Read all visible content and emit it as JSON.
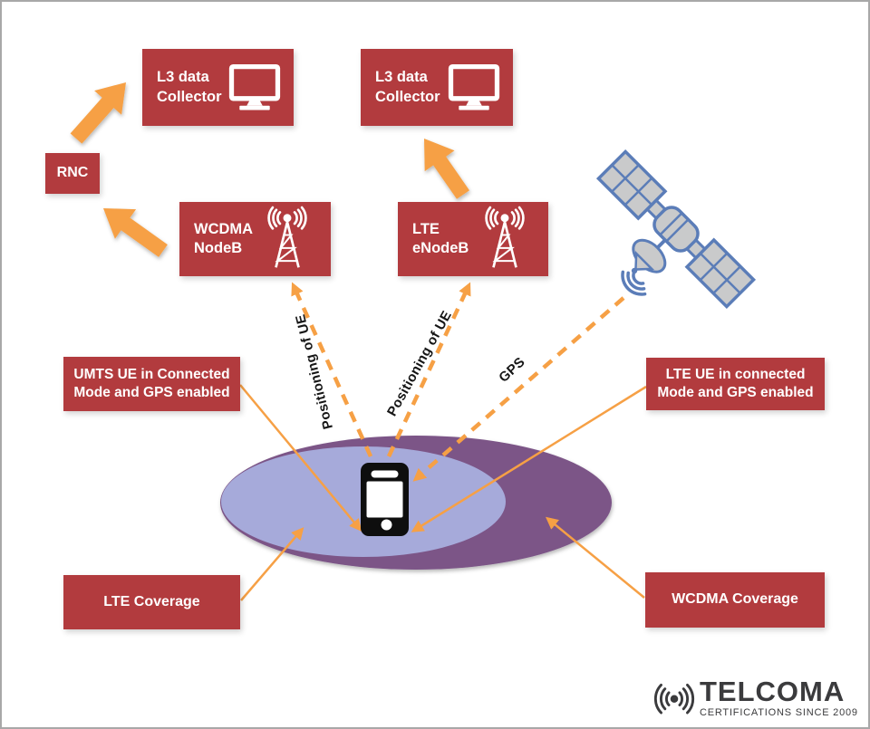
{
  "diagram": {
    "nodes": {
      "l3_collector_left": "L3 data\nCollector",
      "l3_collector_right": "L3 data\nCollector",
      "rnc": "RNC",
      "wcdma_nodeb": "WCDMA\nNodeB",
      "lte_enodeb": "LTE\neNodeB"
    },
    "callouts": {
      "umts_ue": "UMTS UE in Connected\nMode and GPS enabled",
      "lte_ue": "LTE UE in connected\nMode and GPS enabled",
      "lte_coverage": "LTE Coverage",
      "wcdma_coverage": "WCDMA Coverage"
    },
    "links": {
      "positioning_wcdma": "Positioning of UE",
      "positioning_lte": "Positioning of UE",
      "gps": "GPS"
    },
    "icons": {
      "monitor": "monitor-icon",
      "cell_tower": "cell-tower-icon",
      "satellite": "satellite-icon",
      "smartphone": "smartphone-icon",
      "radio_waves": "radio-waves-icon"
    },
    "colors": {
      "box_red": "#b23b3e",
      "arrow_orange": "#f6a045",
      "wcdma_ellipse_purple": "#7b5587",
      "lte_ellipse_periwinkle": "#a6aada",
      "satellite_blue": "#5b7db8",
      "satellite_gray": "#c9cacb",
      "label_text_dark": "#161616",
      "logo_dark": "#3b3b3d"
    }
  },
  "logo": {
    "name": "TELCOMA",
    "tagline": "CERTIFICATIONS SINCE 2009"
  }
}
